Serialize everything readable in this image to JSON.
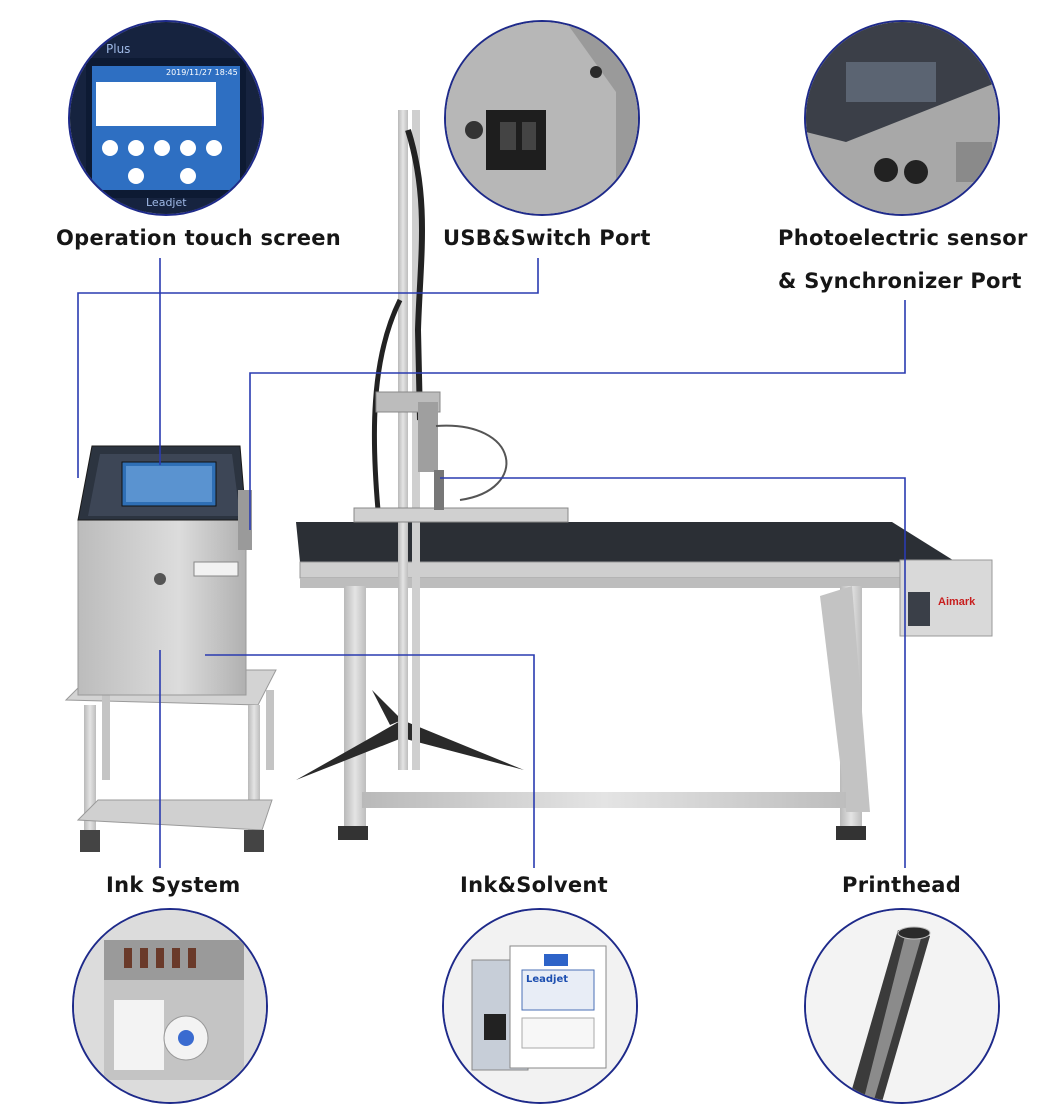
{
  "labels": {
    "screen": "Operation touch screen",
    "usb": "USB&Switch Port",
    "sensor_line1": "Photoelectric sensor",
    "sensor_line2": "& Synchronizer Port",
    "ink_system": "Ink System",
    "ink_solvent": "Ink&Solvent",
    "printhead": "Printhead"
  },
  "screen_ui": {
    "brand_top": "Plus",
    "brand_bottom": "Leadjet",
    "status_time": "2019/11/27  18:45"
  },
  "product": {
    "brand": "Aimark",
    "bottle_brand": "Leadjet"
  },
  "colors": {
    "callout_line": "#2a3bb0",
    "circle_border": "#1e2a8a",
    "steel": "#c9c9c9",
    "belt": "#2b2f35"
  }
}
